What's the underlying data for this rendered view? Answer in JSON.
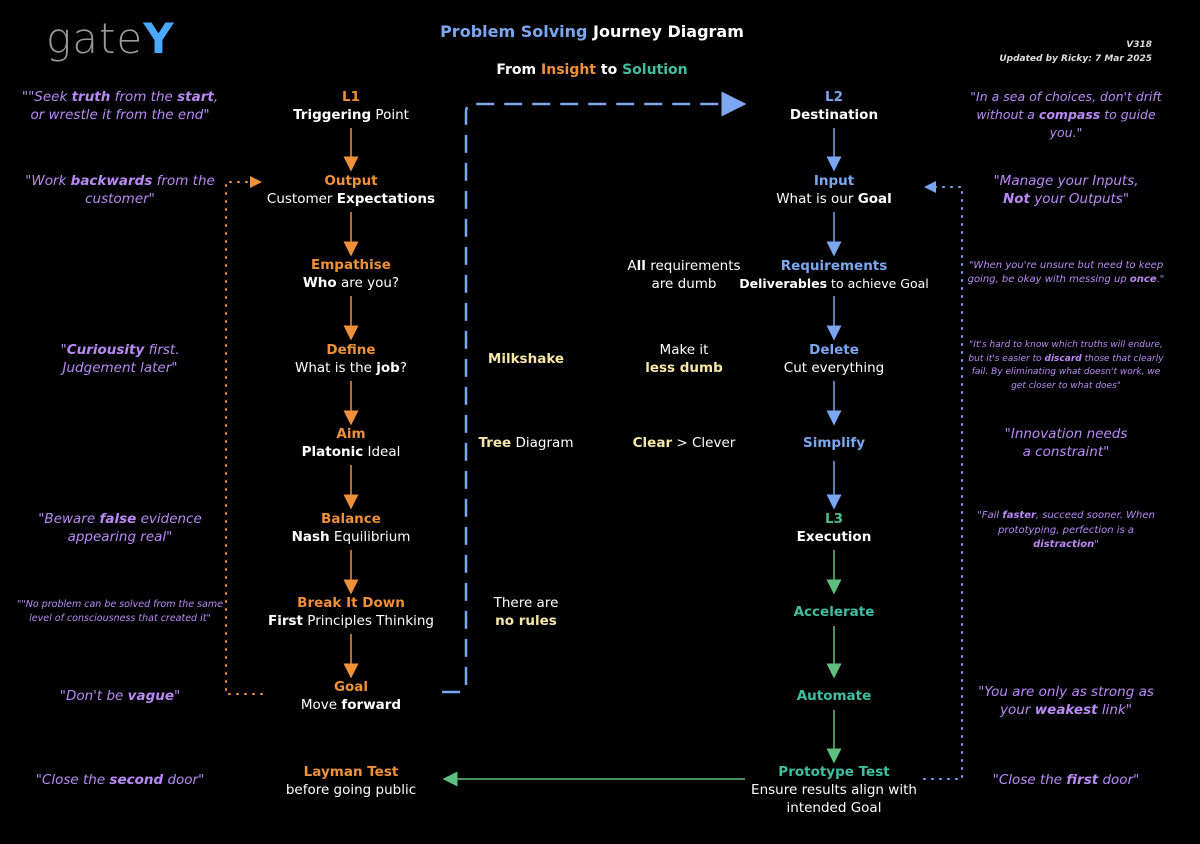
{
  "logo": {
    "part1": "gate",
    "part2": "Y"
  },
  "header": {
    "title_part1": "Problem Solving",
    "title_part2": " Journey Diagram",
    "sub_from": "From ",
    "sub_insight": "Insight",
    "sub_to": " to ",
    "sub_solution": "Solution",
    "version": "V318",
    "updated": "Updated by Ricky: 7 Mar 2025"
  },
  "left_column": [
    {
      "heading": "L1",
      "pre": "",
      "bold": "Triggering",
      "post": " Point"
    },
    {
      "heading": "Output",
      "pre": "Customer ",
      "bold": "Expectations",
      "post": ""
    },
    {
      "heading": "Empathise",
      "pre": "",
      "bold": "Who",
      "post": " are you?"
    },
    {
      "heading": "Define",
      "pre": "What is the ",
      "bold": "job",
      "post": "?"
    },
    {
      "heading": "Aim",
      "pre": "",
      "bold": "Platonic",
      "post": " Ideal"
    },
    {
      "heading": "Balance",
      "pre": "",
      "bold": "Nash",
      "post": " Equilibrium"
    },
    {
      "heading": "Break It Down",
      "pre": "",
      "bold": "First",
      "post": " Principles Thinking"
    },
    {
      "heading": "Goal",
      "pre": "Move ",
      "bold": "forward",
      "post": ""
    },
    {
      "heading": "Layman Test",
      "pre": "before going public",
      "bold": "",
      "post": ""
    }
  ],
  "right_column": [
    {
      "heading": "L2",
      "line1": "Destination",
      "line2": ""
    },
    {
      "heading": "Input",
      "line1": "What is our ",
      "bold": "Goal",
      "line2": ""
    },
    {
      "heading": "Requirements",
      "line1": "",
      "bold": "Deliverables",
      "line1post": " to achieve Goal"
    },
    {
      "heading": "Delete",
      "line1": "Cut everything"
    },
    {
      "heading": "Simplify"
    },
    {
      "heading": "L3",
      "line1": "Execution"
    },
    {
      "heading": "Accelerate"
    },
    {
      "heading": "Automate"
    },
    {
      "heading": "Prototype Test",
      "line1": "Ensure results align with",
      "line2": "intended Goal"
    }
  ],
  "middle": {
    "milkshake": "Milkshake",
    "tree_bold": "Tree",
    "tree_rest": " Diagram",
    "rules_line1": "There are",
    "rules_line2": "no rules",
    "req_line1_pre": "A",
    "req_line1_bold": "ll",
    "req_line1_post": " requirements",
    "req_line2": "are dumb",
    "dumb_line1": "Make it",
    "dumb_line2": "less dumb",
    "clear_bold": "Clear",
    "clear_rest": " > Clever"
  },
  "left_quotes": [
    {
      "parts": [
        "\"\"Seek ",
        "truth",
        " from the ",
        "start",
        ",",
        "or wrestle it from the end\""
      ]
    },
    {
      "parts": [
        "\"Work ",
        "backwards",
        " from the",
        "customer\""
      ]
    },
    {
      "parts": [
        "\"",
        "Curiousity",
        " first.",
        "Judgement later\""
      ]
    },
    {
      "parts": [
        "\"Beware ",
        "false",
        " evidence",
        "appearing real\""
      ]
    },
    {
      "parts": [
        "\"\"No problem can be solved from the same",
        "level of consciousness that created it\""
      ]
    },
    {
      "parts": [
        "\"Don't be ",
        "vague",
        "\""
      ]
    },
    {
      "parts": [
        "\"Close the ",
        "second",
        " door\""
      ]
    }
  ],
  "right_quotes": [
    {
      "parts": [
        "\"In a sea of choices, don't drift",
        "without a ",
        "compass",
        " to guide you.\""
      ]
    },
    {
      "parts": [
        "\"Manage your Inputs,",
        "Not",
        " your Outputs\""
      ]
    },
    {
      "parts": [
        "\"When you're unsure but need to keep",
        "going, be okay with messing up ",
        "once",
        ".\""
      ]
    },
    {
      "parts": [
        "\"It's hard to know which truths will endure,",
        "but it's easier to ",
        "discard",
        " those that clearly",
        "fail. By eliminating what doesn't work, we",
        "get closer to what does\""
      ]
    },
    {
      "parts": [
        "\"Innovation needs",
        "a constraint\""
      ]
    },
    {
      "parts": [
        "\"Fail ",
        "faster",
        ", succeed sooner. When",
        "prototyping, perfection is a",
        "distraction",
        "\""
      ]
    },
    {
      "parts": [
        "\"You are only as strong as",
        "your ",
        "weakest",
        " link\""
      ]
    },
    {
      "parts": [
        "\"Close the ",
        "first",
        " door\""
      ]
    }
  ],
  "colors": {
    "blue": "#7aa7f0",
    "orange": "#f0913a",
    "green": "#4fbf8f",
    "yellow": "#f6e7a6",
    "purple": "#b98af5"
  }
}
